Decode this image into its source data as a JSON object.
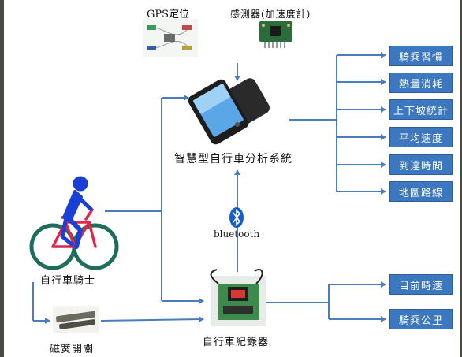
{
  "nodes": {
    "gps": "GPS定位",
    "sensor": "感測器(加速度計)",
    "system": "智慧型自行車分析系統",
    "bluetooth": "bluetooth",
    "rider": "自行車騎士",
    "reed_switch": "磁簧開關",
    "recorder": "自行車紀錄器"
  },
  "system_outputs": [
    "騎乘習慣",
    "熱量消耗",
    "上下坡統計",
    "平均速度",
    "到達時間",
    "地圖路線"
  ],
  "recorder_outputs": [
    "目前時速",
    "騎乘公里"
  ],
  "colors": {
    "arrow": "#4a7ebb",
    "box_fill": "#3b78c0",
    "rider": "#1a3fd6",
    "bike_frame": "#e0264b",
    "wheel": "#1f6e5c"
  }
}
